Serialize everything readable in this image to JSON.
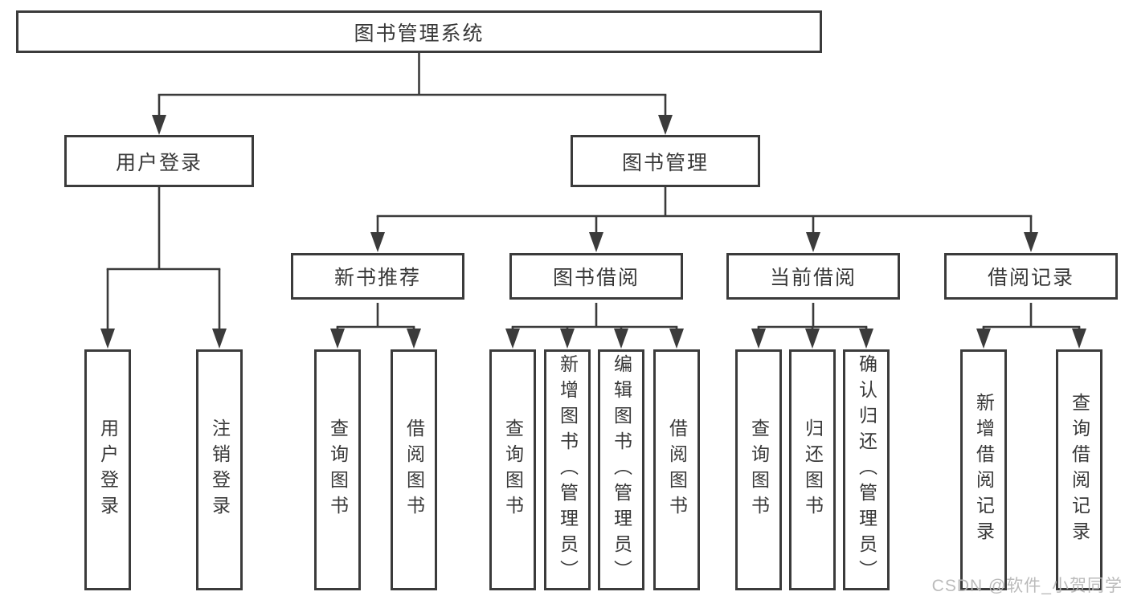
{
  "diagram": {
    "root": {
      "label": "图书管理系统"
    },
    "level2": [
      {
        "label": "用户登录"
      },
      {
        "label": "图书管理"
      }
    ],
    "level3": [
      {
        "label": "新书推荐"
      },
      {
        "label": "图书借阅"
      },
      {
        "label": "当前借阅"
      },
      {
        "label": "借阅记录"
      }
    ],
    "groups": [
      {
        "parent": "用户登录",
        "children": [
          "用户登录",
          "注销登录"
        ]
      },
      {
        "parent": "新书推荐",
        "children": [
          "查询图书",
          "借阅图书"
        ]
      },
      {
        "parent": "图书借阅",
        "children": [
          "查询图书",
          "新增图书（管理员）",
          "编辑图书（管理员）",
          "借阅图书"
        ]
      },
      {
        "parent": "当前借阅",
        "children": [
          "查询图书",
          "归还图书",
          "确认归还（管理员）"
        ]
      },
      {
        "parent": "借阅记录",
        "children": [
          "新增借阅记录",
          "查询借阅记录"
        ]
      }
    ]
  },
  "watermark": {
    "label": "CSDN @软件_小贺同学"
  },
  "colors": {
    "line": "#3b3b3b",
    "text": "#383838",
    "box_background": "#ffffff",
    "watermark": "#b8b8b8",
    "background": "#ffffff"
  }
}
